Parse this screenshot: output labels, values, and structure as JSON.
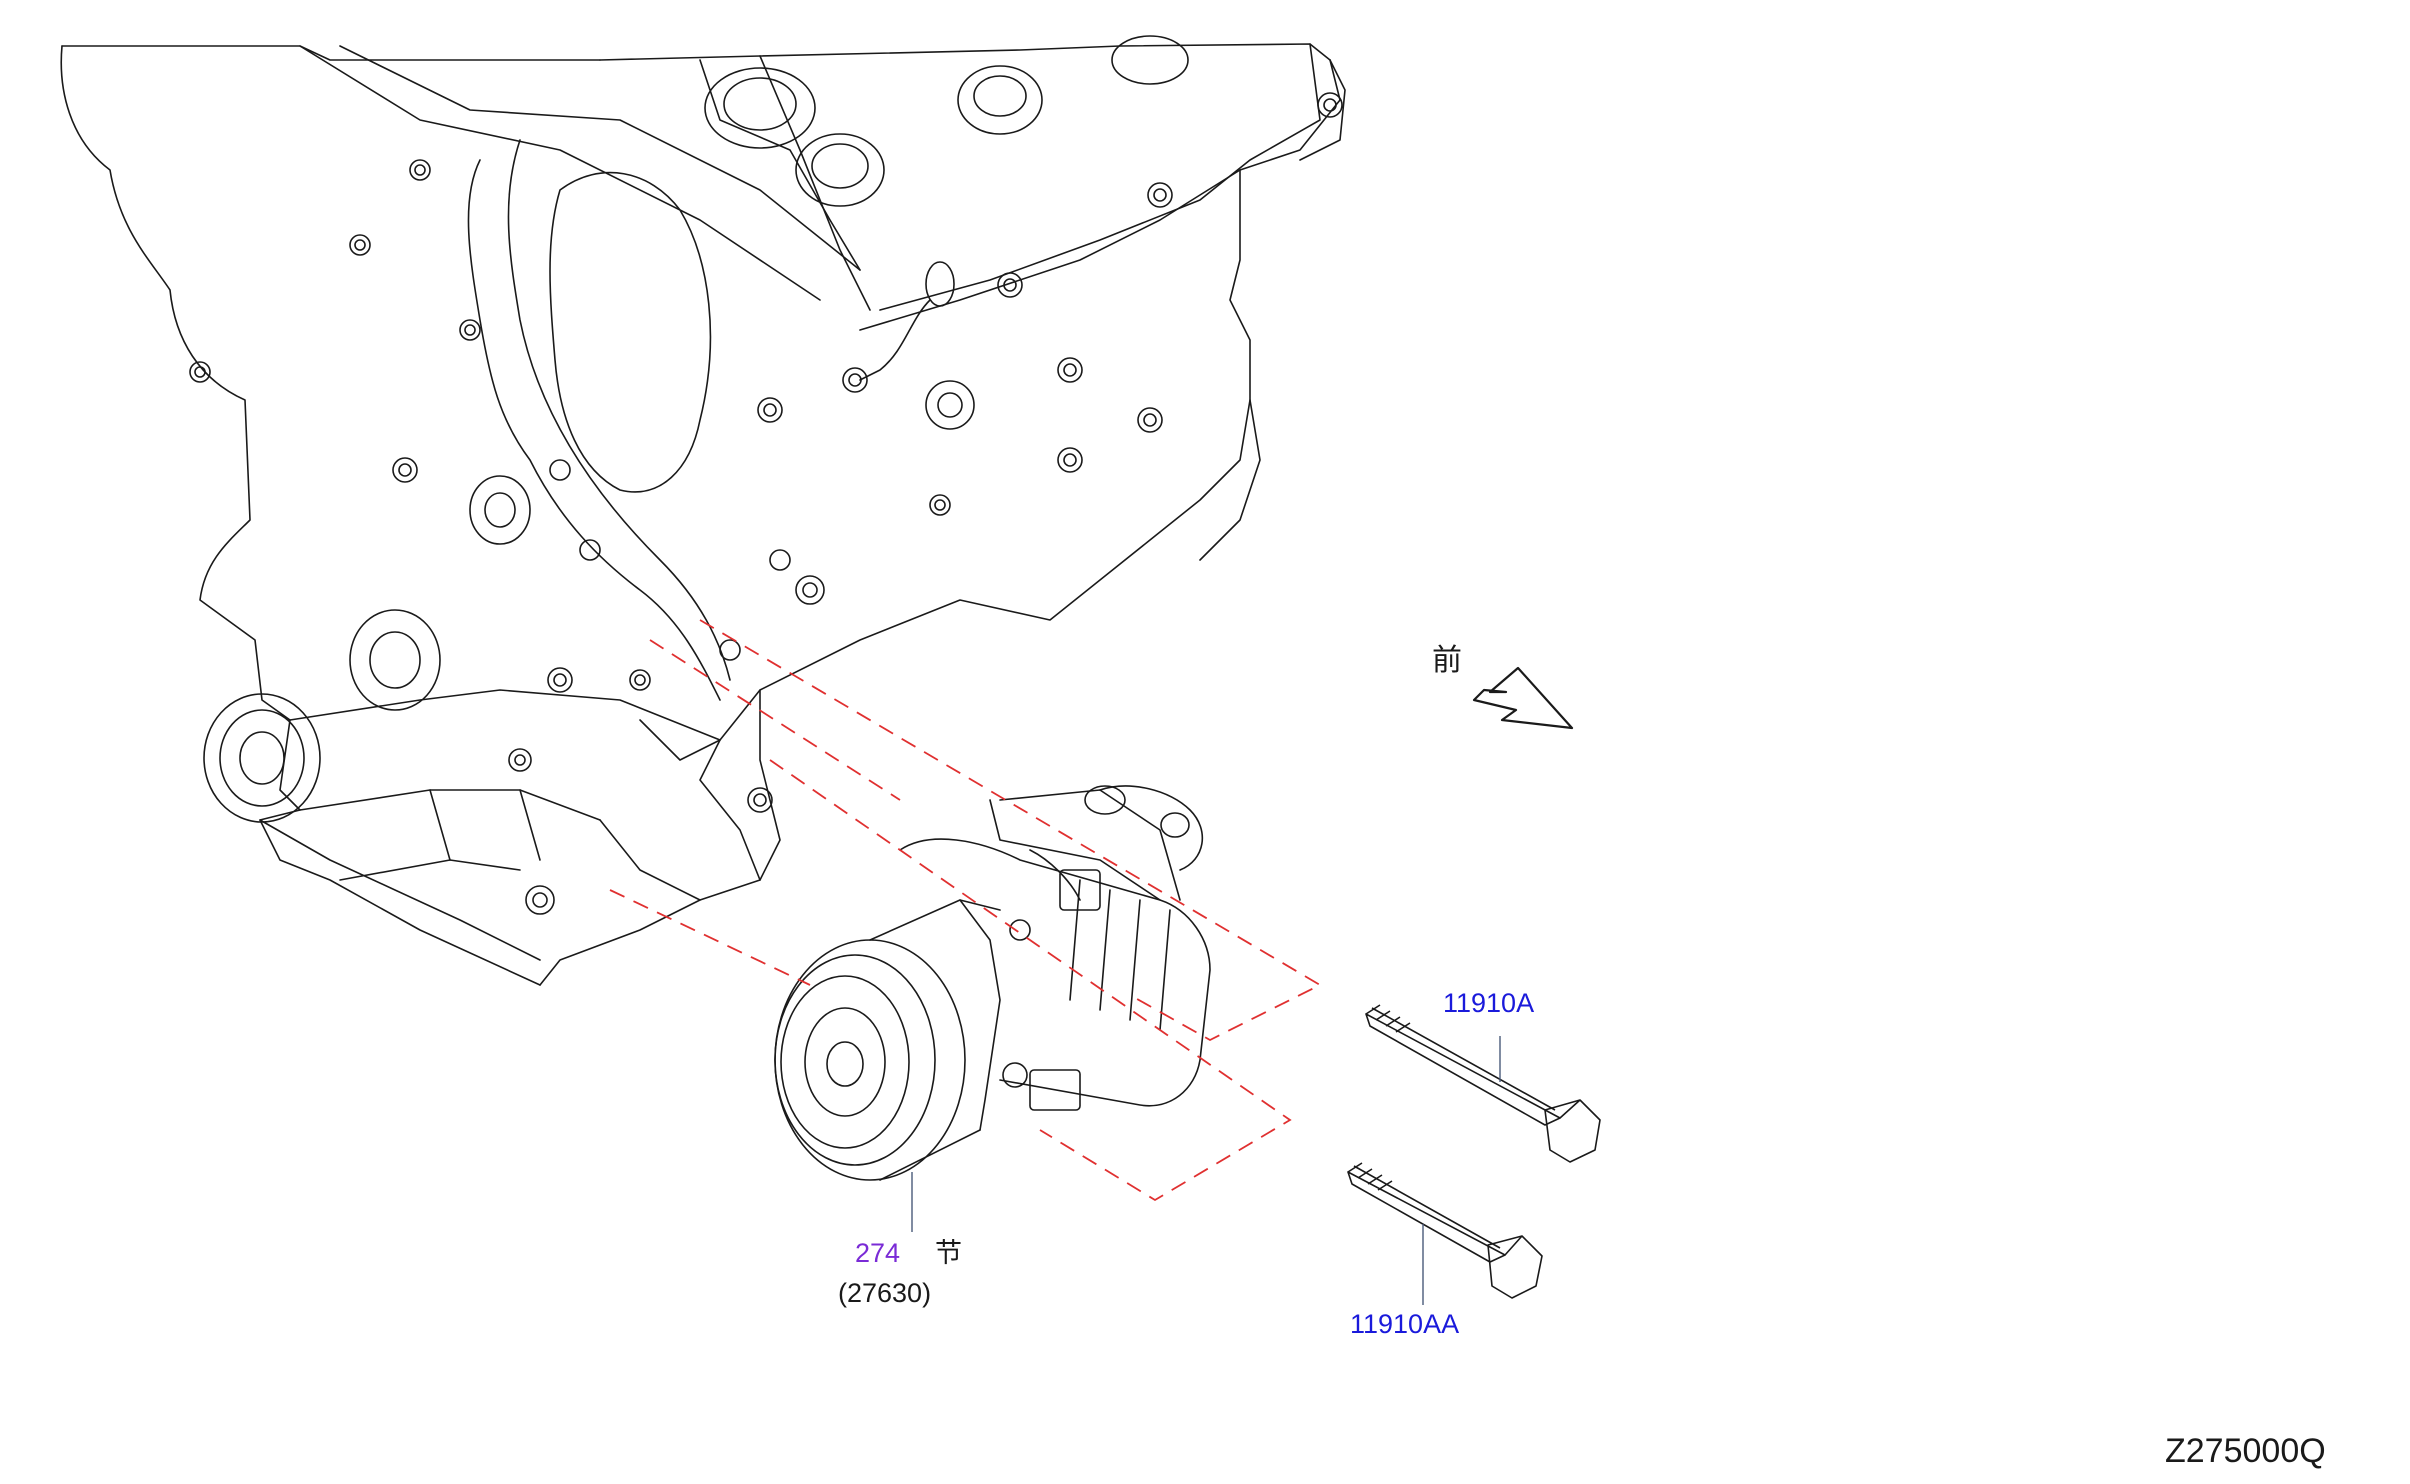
{
  "diagram": {
    "part_274": {
      "number": "274",
      "suffix": "节",
      "sub": "(27630)"
    },
    "bolt_a": {
      "label": "11910A"
    },
    "bolt_aa": {
      "label": "11910AA"
    },
    "front_arrow_label": "前",
    "diagram_code": "Z275000Q"
  },
  "colors": {
    "line": "#1a1a1a",
    "callout_blue": "#1a1adb",
    "callout_purple": "#7a2bd6",
    "dash_red": "#e03030",
    "leader": "#4a5a7a"
  },
  "icons": {
    "front_arrow": "arrow-down-right-icon"
  }
}
